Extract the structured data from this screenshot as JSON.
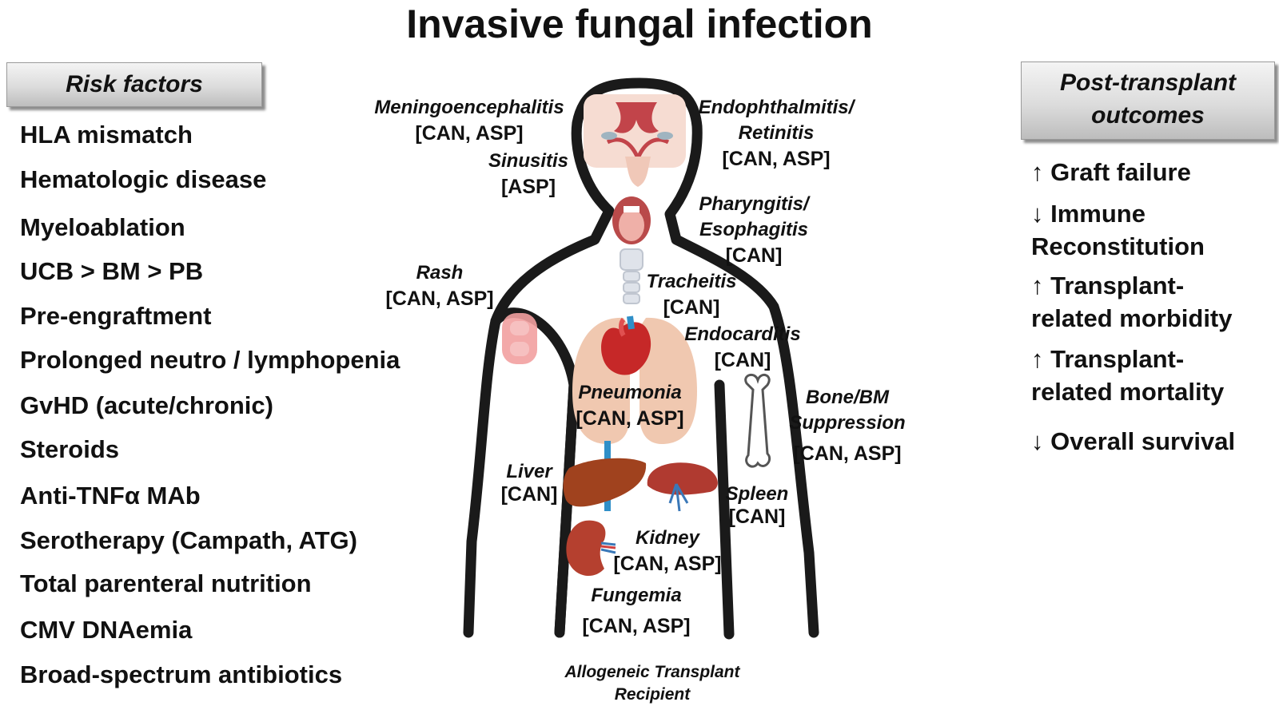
{
  "title": "Invasive fungal infection",
  "risk_factors": {
    "header": "Risk factors",
    "items": [
      "HLA mismatch",
      "Hematologic disease",
      "Myeloablation",
      "UCB > BM > PB",
      "Pre-engraftment",
      "Prolonged neutro / lymphopenia",
      "GvHD (acute/chronic)",
      "Steroids",
      "Anti-TNFα MAb",
      "Serotherapy (Campath, ATG)",
      "Total parenteral nutrition",
      "CMV DNAemia",
      "Broad-spectrum antibiotics"
    ]
  },
  "outcomes": {
    "header_line1": "Post-transplant",
    "header_line2": "outcomes",
    "items": [
      {
        "arrow": "↑",
        "line1": "Graft failure",
        "line2": ""
      },
      {
        "arrow": "↓",
        "line1": "Immune",
        "line2": "Reconstitution"
      },
      {
        "arrow": "↑",
        "line1": "Transplant-",
        "line2": "related morbidity"
      },
      {
        "arrow": "↑",
        "line1": "Transplant-",
        "line2": "related mortality"
      },
      {
        "arrow": "↓",
        "line1": "Overall survival",
        "line2": ""
      }
    ]
  },
  "sites": {
    "meningo": {
      "name": "Meningoencephalitis",
      "org": "[CAN, ASP]"
    },
    "endoph": {
      "name1": "Endophthalmitis/",
      "name2": "Retinitis",
      "org": "[CAN, ASP]"
    },
    "sinusitis": {
      "name": "Sinusitis",
      "org": "[ASP]"
    },
    "pharyn": {
      "name1": "Pharyngitis/",
      "name2": "Esophagitis",
      "org": "[CAN]"
    },
    "rash": {
      "name": "Rash",
      "org": "[CAN, ASP]"
    },
    "tracheitis": {
      "name": "Tracheitis",
      "org": "[CAN]"
    },
    "endocarditis": {
      "name": "Endocarditis",
      "org": "[CAN]"
    },
    "pneumonia": {
      "name": "Pneumonia",
      "org": "[CAN, ASP]"
    },
    "bone": {
      "name1": "Bone/BM",
      "name2": "Suppression",
      "org": "[CAN, ASP]"
    },
    "liver": {
      "name": "Liver",
      "org": "[CAN]"
    },
    "spleen": {
      "name": "Spleen",
      "org": "[CAN]"
    },
    "kidney": {
      "name": "Kidney",
      "org": "[CAN, ASP]"
    },
    "fungemia": {
      "name": "Fungemia",
      "org": "[CAN, ASP]"
    }
  },
  "caption": {
    "line1": "Allogeneic Transplant",
    "line2": "Recipient"
  },
  "colors": {
    "body_outline": "#1a1a1a",
    "lung": "#f0c8b0",
    "heart": "#c62828",
    "liver": "#a0421e",
    "spleen": "#b03a30",
    "kidney": "#b5402f",
    "rash": "#f2a0a0",
    "header_box": "#d6d6d6"
  }
}
